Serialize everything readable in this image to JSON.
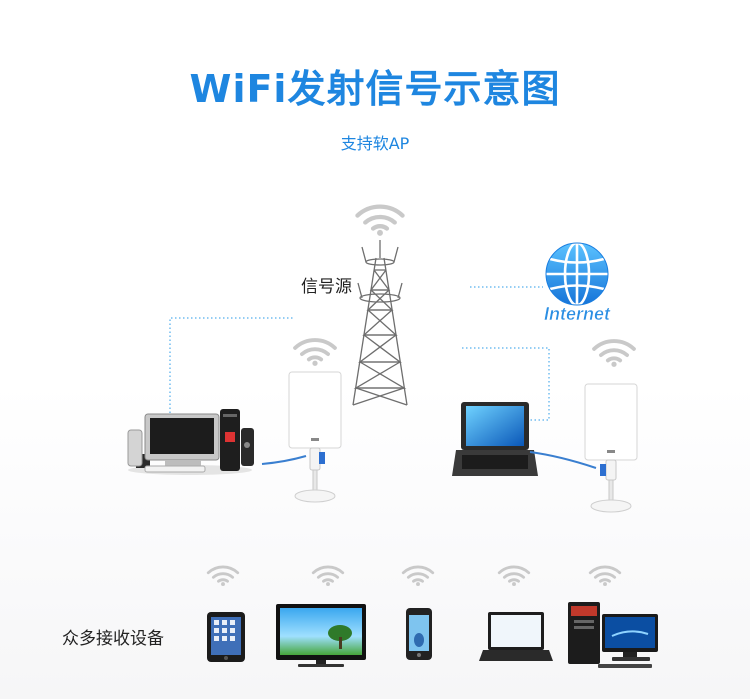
{
  "title": "WiFi发射信号示意图",
  "subtitle": "支持软AP",
  "signal_source_label": "信号源",
  "internet_label": "Internet",
  "devices_label": "众多接收设备",
  "accent_color": "#1e86e0",
  "line_color": "#2a9be8",
  "icons": [
    "wifi-signal-icon",
    "tower-icon",
    "globe-icon",
    "desktop-computer-icon",
    "laptop-icon",
    "antenna-router-icon",
    "tablet-icon",
    "tv-icon",
    "phone-icon",
    "desktop-pc-icon"
  ]
}
